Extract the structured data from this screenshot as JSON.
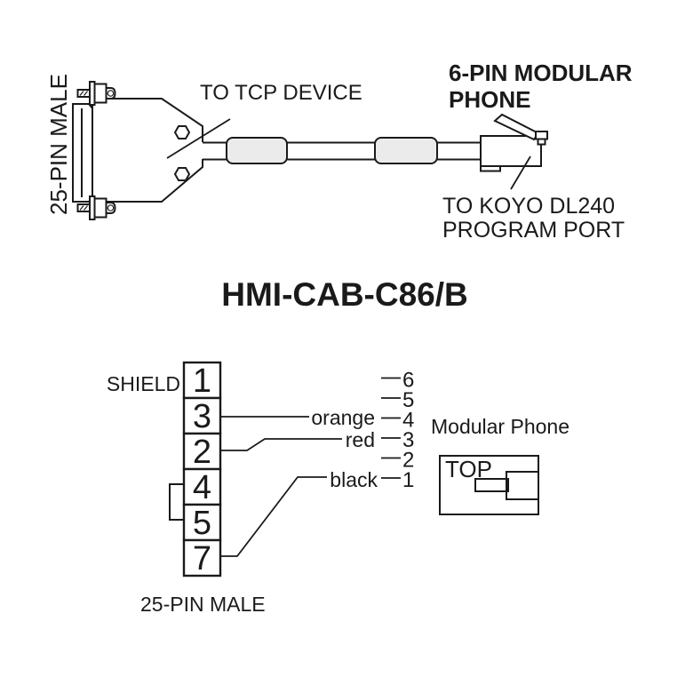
{
  "diagram": {
    "title": "HMI-CAB-C86/B",
    "top": {
      "left_connector": "25-PIN MALE",
      "to_tcp": "TO TCP DEVICE",
      "modular_line1": "6-PIN MODULAR",
      "modular_line2": "PHONE",
      "koyo_line1": "TO KOYO DL240",
      "koyo_line2": "PROGRAM PORT"
    },
    "pinout": {
      "shield": "SHIELD",
      "connector_caption": "25-PIN MALE",
      "pins": [
        "1",
        "3",
        "2",
        "4",
        "5",
        "7"
      ],
      "jumpered_pins": "4-5",
      "wires": [
        {
          "from": "3",
          "color": "orange",
          "to": "4"
        },
        {
          "from": "2",
          "color": "red",
          "to": "3"
        },
        {
          "from": "7",
          "color": "black",
          "to": "1"
        }
      ],
      "modular_pins": [
        "6",
        "5",
        "4",
        "3",
        "2",
        "1"
      ],
      "modular_phone": "Modular Phone",
      "top_view": "TOP"
    },
    "colors": {
      "line": "#1a1a1a",
      "bead_fill": "#ebebeb",
      "background": "#ffffff"
    }
  }
}
